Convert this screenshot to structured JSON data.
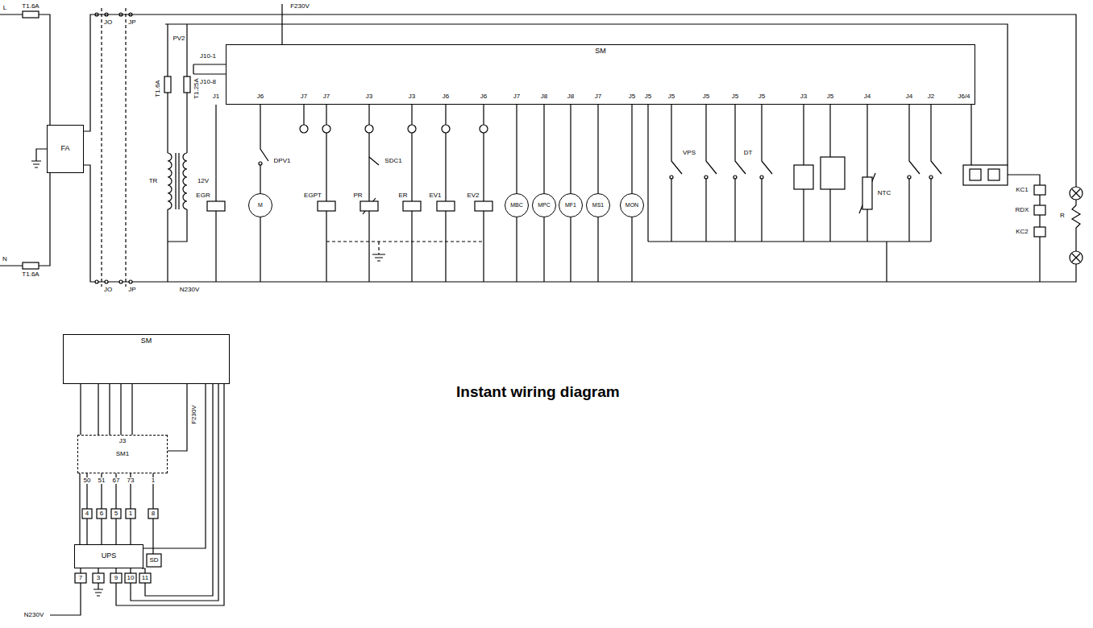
{
  "diagram": {
    "title": "Instant wiring diagram",
    "nodes": [
      {
        "text": [
          "FA"
        ]
      },
      {
        "text": [
          "SM"
        ]
      },
      {
        "text": [
          "M"
        ]
      },
      {
        "text": [
          "MBC"
        ]
      },
      {
        "text": [
          "MPC"
        ]
      },
      {
        "text": [
          "MF1"
        ]
      },
      {
        "text": [
          "MS1"
        ]
      },
      {
        "text": [
          "MON"
        ]
      },
      {
        "text": [
          "SM"
        ]
      },
      {
        "text": [
          "SM1"
        ]
      },
      {
        "text": [
          "UPS"
        ]
      }
    ],
    "edges": [
      {
        "from": 0,
        "to": 1,
        "arrow": "none"
      },
      {
        "from": 8,
        "to": 9,
        "arrow": "none"
      },
      {
        "from": 9,
        "to": 10,
        "arrow": "none"
      },
      {
        "from": 10,
        "to": 8,
        "arrow": "none"
      }
    ],
    "labels": [
      "L",
      "T1.6A",
      "N",
      "T1.6A",
      "F230V",
      "JO",
      "JP",
      "JO",
      "JP",
      "N230V",
      "PV2",
      "J10-1",
      "J10-8",
      "T1.6A",
      "T1.25A",
      "TR",
      "12V",
      "EGR",
      "DPV1",
      "EGPT",
      "PR",
      "SDC1",
      "ER",
      "EV1",
      "EV2",
      "VPS",
      "DT",
      "NTC",
      "KC1",
      "RDX",
      "KC2",
      "R",
      "J1",
      "J6",
      "J7",
      "J7",
      "J3",
      "J3",
      "J6",
      "J6",
      "J7",
      "J8",
      "J8",
      "J7",
      "J5",
      "J5",
      "J5",
      "J5",
      "J5",
      "J5",
      "J3",
      "J5",
      "J4",
      "J4",
      "J2",
      "J6/4",
      "F230V",
      "J3",
      "50",
      "51",
      "67",
      "73",
      "1",
      "4",
      "6",
      "5",
      "1",
      "8",
      "SD",
      "7",
      "3",
      "9",
      "10",
      "11",
      "N230V"
    ]
  }
}
